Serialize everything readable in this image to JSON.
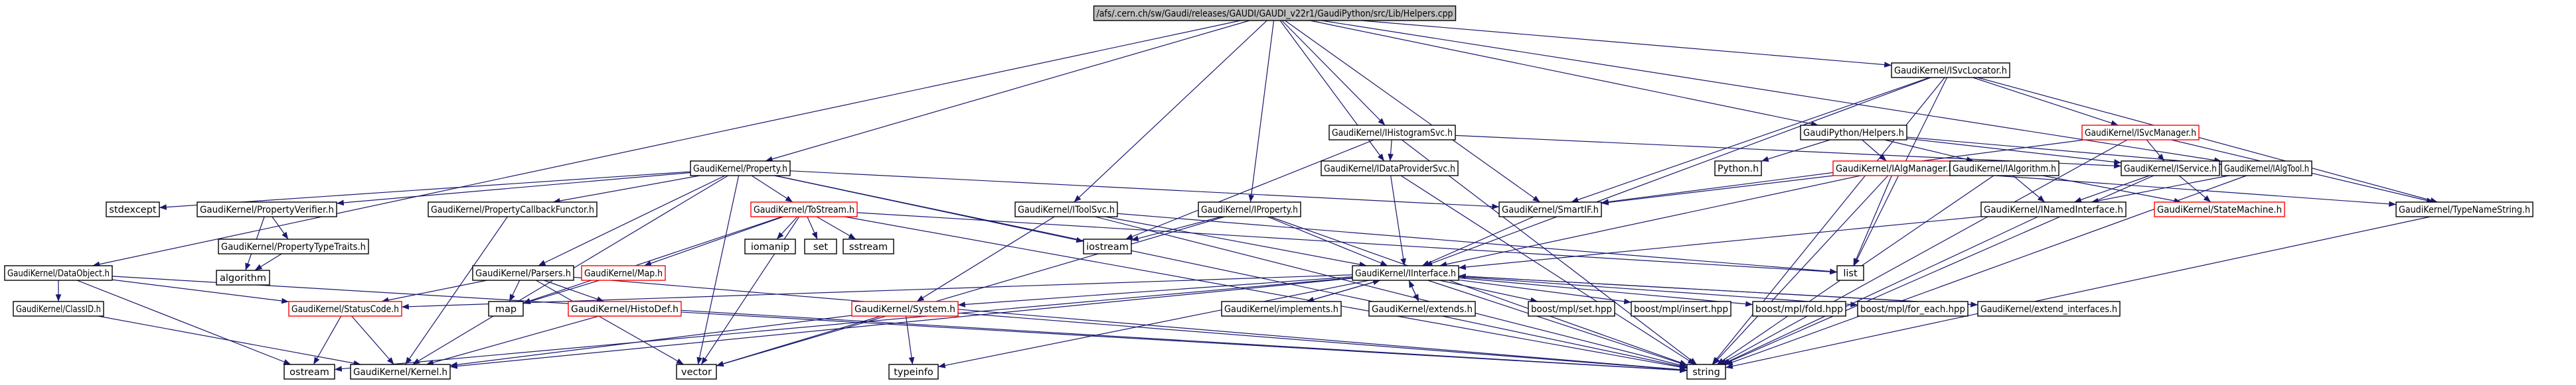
{
  "diagram": {
    "title": "/afs/.cern.ch/sw/Gaudi/releases/GAUDI/GAUDI_v22r1/GaudiPython/src/Lib/Helpers.cpp",
    "nodes": [
      {
        "id": "root",
        "label": "/afs/.cern.ch/sw/Gaudi/releases/GAUDI/GAUDI_v22r1/GaudiPython/src/Lib/Helpers.cpp",
        "style": "root"
      },
      {
        "id": "dataobject",
        "label": "GaudiKernel/DataObject.h",
        "style": "normal"
      },
      {
        "id": "classid",
        "label": "GaudiKernel/ClassID.h",
        "style": "normal"
      },
      {
        "id": "kernel",
        "label": "GaudiKernel/Kernel.h",
        "style": "normal"
      },
      {
        "id": "statuscode",
        "label": "GaudiKernel/StatusCode.h",
        "style": "red"
      },
      {
        "id": "ostream",
        "label": "ostream",
        "style": "normal"
      },
      {
        "id": "property",
        "label": "GaudiKernel/Property.h",
        "style": "normal"
      },
      {
        "id": "stdexcept",
        "label": "stdexcept",
        "style": "normal"
      },
      {
        "id": "propverifier",
        "label": "GaudiKernel/PropertyVerifier.h",
        "style": "normal"
      },
      {
        "id": "proptypetraits",
        "label": "GaudiKernel/PropertyTypeTraits.h",
        "style": "normal"
      },
      {
        "id": "algorithm",
        "label": "algorithm",
        "style": "normal"
      },
      {
        "id": "propcallback",
        "label": "GaudiKernel/PropertyCallbackFunctor.h",
        "style": "normal"
      },
      {
        "id": "parsers",
        "label": "GaudiKernel/Parsers.h",
        "style": "normal"
      },
      {
        "id": "map",
        "label": "map",
        "style": "normal"
      },
      {
        "id": "histodef",
        "label": "GaudiKernel/HistoDef.h",
        "style": "red"
      },
      {
        "id": "vector",
        "label": "vector",
        "style": "normal"
      },
      {
        "id": "tostream",
        "label": "GaudiKernel/ToStream.h",
        "style": "red"
      },
      {
        "id": "gkmap",
        "label": "GaudiKernel/Map.h",
        "style": "red"
      },
      {
        "id": "iomanip",
        "label": "iomanip",
        "style": "normal"
      },
      {
        "id": "set",
        "label": "set",
        "style": "normal"
      },
      {
        "id": "sstream",
        "label": "sstream",
        "style": "normal"
      },
      {
        "id": "itoolsvc",
        "label": "GaudiKernel/IToolSvc.h",
        "style": "normal"
      },
      {
        "id": "system",
        "label": "GaudiKernel/System.h",
        "style": "red"
      },
      {
        "id": "typeinfo",
        "label": "typeinfo",
        "style": "normal"
      },
      {
        "id": "iostream",
        "label": "iostream",
        "style": "normal"
      },
      {
        "id": "iproperty",
        "label": "GaudiKernel/IProperty.h",
        "style": "normal"
      },
      {
        "id": "ihistosvc",
        "label": "GaudiKernel/IHistogramSvc.h",
        "style": "normal"
      },
      {
        "id": "idataprovider",
        "label": "GaudiKernel/IDataProviderSvc.h",
        "style": "normal"
      },
      {
        "id": "iinterface",
        "label": "GaudiKernel/IInterface.h",
        "style": "normal"
      },
      {
        "id": "smartif",
        "label": "GaudiKernel/SmartIF.h",
        "style": "normal"
      },
      {
        "id": "implements",
        "label": "GaudiKernel/implements.h",
        "style": "normal"
      },
      {
        "id": "extends",
        "label": "GaudiKernel/extends.h",
        "style": "normal"
      },
      {
        "id": "mplset",
        "label": "boost/mpl/set.hpp",
        "style": "normal"
      },
      {
        "id": "mplinsert",
        "label": "boost/mpl/insert.hpp",
        "style": "normal"
      },
      {
        "id": "mplfold",
        "label": "boost/mpl/fold.hpp",
        "style": "normal"
      },
      {
        "id": "mplforeach",
        "label": "boost/mpl/for_each.hpp",
        "style": "normal"
      },
      {
        "id": "extendifaces",
        "label": "GaudiKernel/extend_interfaces.h",
        "style": "normal"
      },
      {
        "id": "string",
        "label": "string",
        "style": "normal"
      },
      {
        "id": "list",
        "label": "list",
        "style": "normal"
      },
      {
        "id": "gphelpers",
        "label": "GaudiPython/Helpers.h",
        "style": "normal"
      },
      {
        "id": "python",
        "label": "Python.h",
        "style": "normal"
      },
      {
        "id": "ialgmanager",
        "label": "GaudiKernel/IAlgManager.h",
        "style": "red"
      },
      {
        "id": "ialgorithm",
        "label": "GaudiKernel/IAlgorithm.h",
        "style": "normal"
      },
      {
        "id": "inamed",
        "label": "GaudiKernel/INamedInterface.h",
        "style": "normal"
      },
      {
        "id": "isvclocator",
        "label": "GaudiKernel/ISvcLocator.h",
        "style": "normal"
      },
      {
        "id": "isvcmanager",
        "label": "GaudiKernel/ISvcManager.h",
        "style": "red"
      },
      {
        "id": "iservice",
        "label": "GaudiKernel/IService.h",
        "style": "normal"
      },
      {
        "id": "statemachine",
        "label": "GaudiKernel/StateMachine.h",
        "style": "red"
      },
      {
        "id": "ialgtool",
        "label": "GaudiKernel/IAlgTool.h",
        "style": "normal"
      },
      {
        "id": "typenamestring",
        "label": "GaudiKernel/TypeNameString.h",
        "style": "normal"
      }
    ],
    "edges": [
      [
        "root",
        "dataobject"
      ],
      [
        "root",
        "property"
      ],
      [
        "root",
        "itoolsvc"
      ],
      [
        "root",
        "iproperty"
      ],
      [
        "root",
        "ihistosvc"
      ],
      [
        "root",
        "idataprovider"
      ],
      [
        "root",
        "smartif"
      ],
      [
        "root",
        "gphelpers"
      ],
      [
        "root",
        "isvclocator"
      ],
      [
        "root",
        "ialgtool"
      ],
      [
        "dataobject",
        "classid"
      ],
      [
        "dataobject",
        "statuscode"
      ],
      [
        "dataobject",
        "ostream"
      ],
      [
        "dataobject",
        "string"
      ],
      [
        "classid",
        "kernel"
      ],
      [
        "statuscode",
        "kernel"
      ],
      [
        "statuscode",
        "ostream"
      ],
      [
        "property",
        "stdexcept"
      ],
      [
        "property",
        "propverifier"
      ],
      [
        "property",
        "propcallback"
      ],
      [
        "property",
        "parsers"
      ],
      [
        "property",
        "tostream"
      ],
      [
        "property",
        "smartif"
      ],
      [
        "property",
        "kernel"
      ],
      [
        "property",
        "string"
      ],
      [
        "property",
        "vector"
      ],
      [
        "property",
        "iostream"
      ],
      [
        "propverifier",
        "proptypetraits"
      ],
      [
        "propverifier",
        "algorithm"
      ],
      [
        "proptypetraits",
        "algorithm"
      ],
      [
        "propcallback",
        "kernel"
      ],
      [
        "parsers",
        "statuscode"
      ],
      [
        "parsers",
        "histodef"
      ],
      [
        "parsers",
        "map"
      ],
      [
        "parsers",
        "vector"
      ],
      [
        "parsers",
        "string"
      ],
      [
        "histodef",
        "string"
      ],
      [
        "histodef",
        "kernel"
      ],
      [
        "tostream",
        "gkmap"
      ],
      [
        "tostream",
        "iomanip"
      ],
      [
        "tostream",
        "set"
      ],
      [
        "tostream",
        "sstream"
      ],
      [
        "tostream",
        "map"
      ],
      [
        "tostream",
        "list"
      ],
      [
        "tostream",
        "vector"
      ],
      [
        "tostream",
        "string"
      ],
      [
        "gkmap",
        "map"
      ],
      [
        "itoolsvc",
        "iinterface"
      ],
      [
        "itoolsvc",
        "system"
      ],
      [
        "itoolsvc",
        "string"
      ],
      [
        "itoolsvc",
        "list"
      ],
      [
        "system",
        "kernel"
      ],
      [
        "system",
        "typeinfo"
      ],
      [
        "system",
        "vector"
      ],
      [
        "system",
        "string"
      ],
      [
        "iproperty",
        "iinterface"
      ],
      [
        "iproperty",
        "iostream"
      ],
      [
        "iproperty",
        "string"
      ],
      [
        "iproperty",
        "vector"
      ],
      [
        "ihistosvc",
        "idataprovider"
      ],
      [
        "ihistosvc",
        "iservice"
      ],
      [
        "ihistosvc",
        "iostream"
      ],
      [
        "ihistosvc",
        "string"
      ],
      [
        "idataprovider",
        "iinterface"
      ],
      [
        "idataprovider",
        "string"
      ],
      [
        "smartif",
        "iinterface"
      ],
      [
        "iinterface",
        "kernel"
      ],
      [
        "iinterface",
        "system"
      ],
      [
        "iinterface",
        "statuscode"
      ],
      [
        "iinterface",
        "implements"
      ],
      [
        "iinterface",
        "extends"
      ],
      [
        "iinterface",
        "mplset"
      ],
      [
        "iinterface",
        "mplinsert"
      ],
      [
        "iinterface",
        "mplfold"
      ],
      [
        "iinterface",
        "mplforeach"
      ],
      [
        "iinterface",
        "extendifaces"
      ],
      [
        "iinterface",
        "ostream"
      ],
      [
        "iinterface",
        "typeinfo"
      ],
      [
        "iinterface",
        "string"
      ],
      [
        "implements",
        "iinterface"
      ],
      [
        "extends",
        "iinterface"
      ],
      [
        "extendifaces",
        "iinterface"
      ],
      [
        "gphelpers",
        "python"
      ],
      [
        "gphelpers",
        "ialgmanager"
      ],
      [
        "gphelpers",
        "ialgorithm"
      ],
      [
        "gphelpers",
        "iservice"
      ],
      [
        "gphelpers",
        "ialgtool"
      ],
      [
        "ialgmanager",
        "iinterface"
      ],
      [
        "ialgmanager",
        "smartif"
      ],
      [
        "ialgmanager",
        "string"
      ],
      [
        "ialgmanager",
        "list"
      ],
      [
        "ialgmanager",
        "typenamestring"
      ],
      [
        "ialgorithm",
        "inamed"
      ],
      [
        "ialgorithm",
        "statemachine"
      ],
      [
        "ialgorithm",
        "string"
      ],
      [
        "inamed",
        "iinterface"
      ],
      [
        "inamed",
        "string"
      ],
      [
        "isvclocator",
        "smartif"
      ],
      [
        "isvclocator",
        "isvcmanager"
      ],
      [
        "isvclocator",
        "iinterface"
      ],
      [
        "isvclocator",
        "typenamestring"
      ],
      [
        "isvclocator",
        "list"
      ],
      [
        "isvclocator",
        "string"
      ],
      [
        "isvcmanager",
        "iservice"
      ],
      [
        "isvcmanager",
        "typenamestring"
      ],
      [
        "isvcmanager",
        "string"
      ],
      [
        "isvcmanager",
        "smartif"
      ],
      [
        "iservice",
        "inamed"
      ],
      [
        "iservice",
        "statemachine"
      ],
      [
        "iservice",
        "string"
      ],
      [
        "ialgtool",
        "inamed"
      ],
      [
        "ialgtool",
        "string"
      ],
      [
        "typenamestring",
        "string"
      ]
    ]
  }
}
